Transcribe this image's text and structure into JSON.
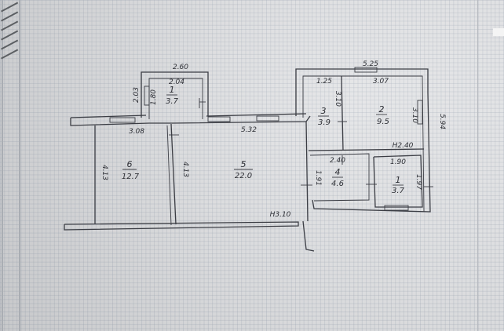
{
  "rooms": [
    {
      "id": "kitchen",
      "number": "1",
      "area": "3.7"
    },
    {
      "id": "room2",
      "number": "2",
      "area": "9.5"
    },
    {
      "id": "room3",
      "number": "3",
      "area": "3.9"
    },
    {
      "id": "room4",
      "number": "4",
      "area": "4.6"
    },
    {
      "id": "bath",
      "number": "1",
      "area": "3.7"
    },
    {
      "id": "room5",
      "number": "5",
      "area": "22.0"
    },
    {
      "id": "room6",
      "number": "6",
      "area": "12.7"
    }
  ],
  "dimensions": {
    "d_2_60": "2.60",
    "d_2_04": "2.04",
    "d_2_03": "2.03",
    "d_1_80": "1.80",
    "d_5_25": "5.25",
    "d_1_25": "1.25",
    "d_3_07": "3.07",
    "d_3_10a": "3.10",
    "d_3_10b": "3.10",
    "d_5_94": "5.94",
    "d_h2_40": "Н2.40",
    "d_3_08": "3.08",
    "d_5_32": "5.32",
    "d_4_13a": "4.13",
    "d_4_13b": "4.13",
    "d_2_40": "2.40",
    "d_1_91": "1.91",
    "d_1_90": "1.90",
    "d_1_97": "1.97",
    "d_h3_10": "Н3.10"
  },
  "colors": {
    "paper": "#dedfe1",
    "ink": "#3b3d44",
    "grid": "#9aa0af"
  }
}
